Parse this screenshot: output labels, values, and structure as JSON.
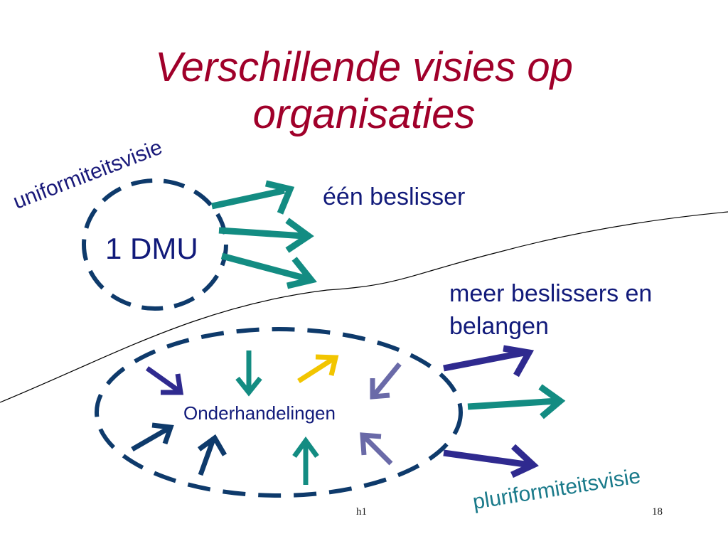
{
  "title": {
    "line1": "Verschillende visies op",
    "line2": "organisaties"
  },
  "labels": {
    "uniformity_view": "uniformiteitsvisie",
    "dmu": "1 DMU",
    "one_decider": "één beslisser",
    "more_deciders_line1": "meer beslissers en",
    "more_deciders_line2": "belangen",
    "negotiations": "Onderhandelingen",
    "pluriformity_view": "pluriformiteitsvisie"
  },
  "footer": {
    "left": "h1",
    "right": "18"
  },
  "colors": {
    "title": "#a0002a",
    "text": "#111a7a",
    "teal": "#138c82",
    "navy": "#0e3a6b",
    "purple": "#2f2a8f",
    "lavender": "#6a6aa8",
    "gold": "#f2c500",
    "curve": "#000000"
  }
}
